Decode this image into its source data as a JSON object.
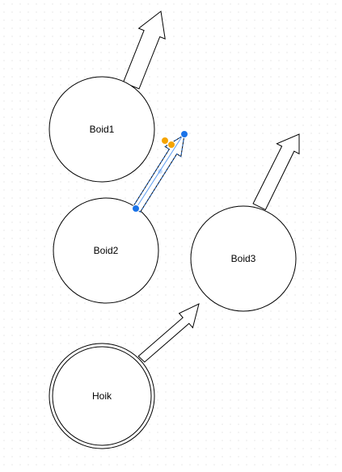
{
  "canvas": {
    "background": "#ffffff",
    "grid_dot_color": "#d6d6d6"
  },
  "nodes": [
    {
      "id": "boid1",
      "label": "Boid1",
      "kind": "boid",
      "border": "single"
    },
    {
      "id": "boid2",
      "label": "Boid2",
      "kind": "boid",
      "border": "single"
    },
    {
      "id": "boid3",
      "label": "Boid3",
      "kind": "boid",
      "border": "single"
    },
    {
      "id": "hoik",
      "label": "Hoik",
      "kind": "hoik",
      "border": "double"
    }
  ],
  "arrows": [
    {
      "id": "boid1-direction",
      "attached_to": "Boid1",
      "selected": false
    },
    {
      "id": "boid2-direction",
      "attached_to": "Boid2",
      "selected": true
    },
    {
      "id": "boid3-direction",
      "attached_to": "Boid3",
      "selected": false
    },
    {
      "id": "hoik-direction",
      "attached_to": "Hoik",
      "selected": false
    }
  ],
  "selection": {
    "handle_color": "#1a73e8",
    "control_color": "#f5a400",
    "outline_color": "#1a73e8"
  },
  "stroke_color": "#000000",
  "fill_color": "#ffffff"
}
